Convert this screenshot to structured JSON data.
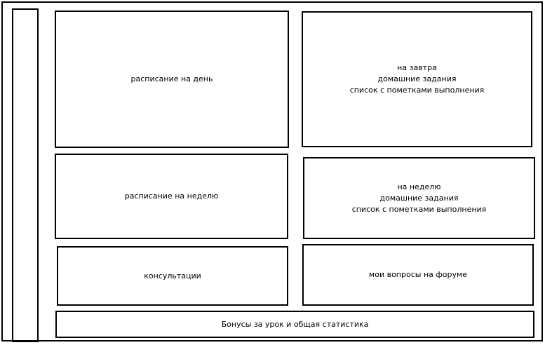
{
  "blocks": {
    "day": {
      "label": "расписание на день"
    },
    "tomorrow": {
      "lines": [
        "на завтра",
        "домашние задания",
        "список с пометками выполнения"
      ]
    },
    "week": {
      "label": "расписание на неделю"
    },
    "week_homework": {
      "lines": [
        "на неделю",
        "домашние задания",
        "список с пометками выполнения"
      ]
    },
    "consultations": {
      "label": "консультации"
    },
    "forum": {
      "label": "мои вопросы на форуме"
    },
    "bonus": {
      "label": "Бонусы за урок и общая статистика"
    }
  }
}
